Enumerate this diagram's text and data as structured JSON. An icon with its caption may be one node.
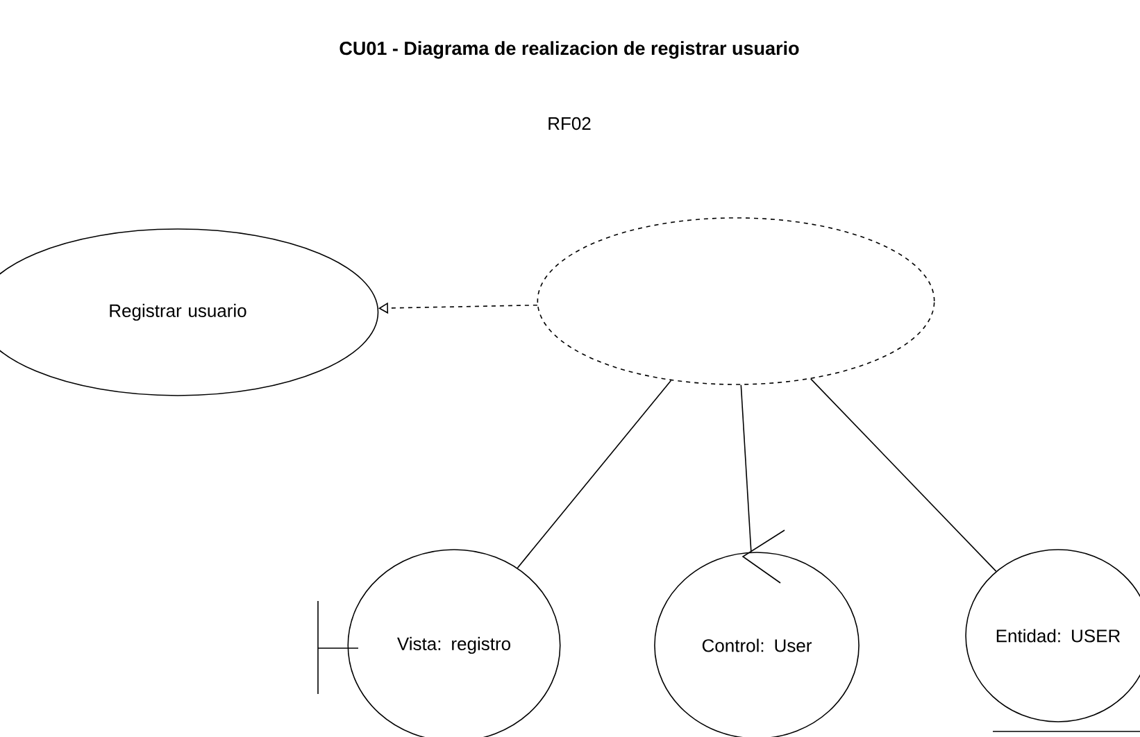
{
  "diagram": {
    "title": "CU01 - Diagrama de realizacion de registrar usuario",
    "nodes": [
      {
        "text": [
          "Registrar usuario"
        ]
      },
      {
        "text": [],
        "shape": "ellipse"
      },
      {
        "text": [
          "Vista: registro"
        ]
      },
      {
        "text": [
          "Control: User"
        ]
      },
      {
        "text": [
          "Entidad: USER"
        ]
      }
    ],
    "edges": [
      {
        "from": 1,
        "to": 0,
        "arrow": "to",
        "style": "dashed"
      },
      {
        "from": 1,
        "to": 2,
        "arrow": "none"
      },
      {
        "from": 1,
        "to": 3,
        "arrow": "none"
      },
      {
        "from": 1,
        "to": 4,
        "arrow": "none"
      }
    ],
    "labels": [
      "RF02"
    ]
  }
}
